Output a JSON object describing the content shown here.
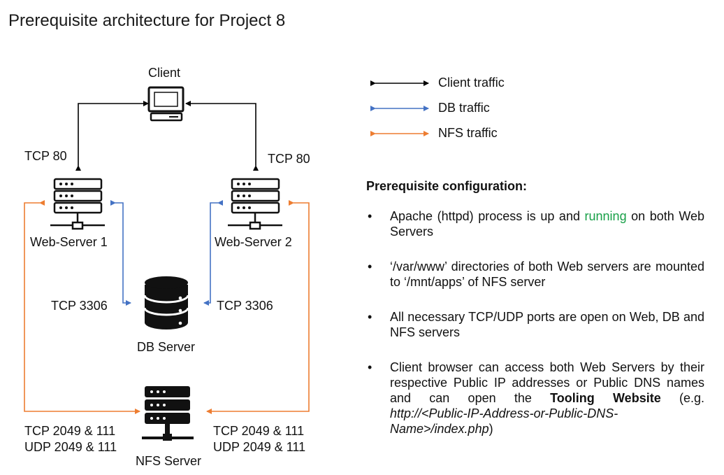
{
  "title": "Prerequisite architecture for Project 8",
  "nodes": {
    "client": "Client",
    "web1": "Web-Server 1",
    "web2": "Web-Server 2",
    "db": "DB Server",
    "nfs": "NFS Server"
  },
  "ports": {
    "web1_tcp": "TCP 80",
    "web2_tcp": "TCP 80",
    "db_left": "TCP 3306",
    "db_right": "TCP 3306",
    "nfs_left_tcp": "TCP 2049 & 111",
    "nfs_left_udp": "UDP 2049 & 111",
    "nfs_right_tcp": "TCP 2049 & 111",
    "nfs_right_udp": "UDP 2049 & 111"
  },
  "legend": [
    {
      "label": "Client traffic",
      "color": "#000000"
    },
    {
      "label": "DB traffic",
      "color": "#4472c4"
    },
    {
      "label": "NFS traffic",
      "color": "#ed7d31"
    }
  ],
  "config": {
    "heading": "Prerequisite configuration:",
    "bullet": "•",
    "items": [
      {
        "pre": "Apache (httpd) process is up and ",
        "highlight": "running",
        "post": " on both Web Servers"
      },
      {
        "text": "‘/var/www’ directories of both Web servers are mounted to ‘/mnt/apps’ of NFS server"
      },
      {
        "text": "All necessary TCP/UDP ports are open on Web, DB and NFS servers"
      },
      {
        "pre": "Client browser can access both Web Servers by their respective Public IP addresses or Public DNS names and can open the ",
        "bold": "Tooling Website",
        "mid": " (e.g.      ",
        "italic": "http://<Public-IP-Address-or-Public-DNS-Name>/index.php",
        "post": ")"
      }
    ]
  },
  "colors": {
    "client": "#000000",
    "db": "#4472c4",
    "nfs": "#ed7d31",
    "highlight": "#18a048"
  }
}
